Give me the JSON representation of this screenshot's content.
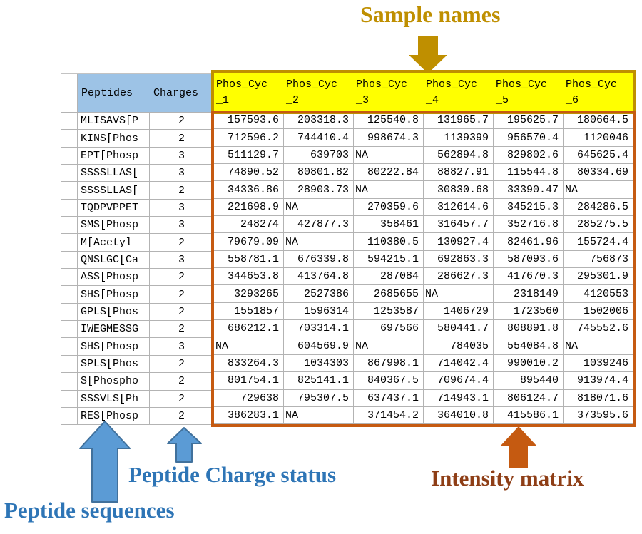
{
  "annotations": {
    "sample_names": "Sample names",
    "peptide_sequences": "Peptide sequences",
    "peptide_charge_status": "Peptide Charge status",
    "intensity_matrix": "Intensity matrix"
  },
  "colors": {
    "sample_names_label": "#BF8F00",
    "blue_labels": "#2E75B6",
    "intensity_label": "#8E3E16",
    "header_frame": "#BF8F00",
    "matrix_frame": "#C55A11",
    "header_fill_yellow": "#FFFF00",
    "header_fill_blue": "#9DC3E6",
    "arrow_blue_fill": "#5B9BD5",
    "arrow_blue_stroke": "#41719C",
    "arrow_orange_fill": "#C55A11",
    "arrow_gold_fill": "#BF8F00"
  },
  "table": {
    "left_headers": [
      "Peptides",
      "Charges"
    ],
    "sample_headers": [
      {
        "line1": "Phos_Cyc",
        "line2": "_1"
      },
      {
        "line1": "Phos_Cyc",
        "line2": "_2"
      },
      {
        "line1": "Phos_Cyc",
        "line2": "_3"
      },
      {
        "line1": "Phos_Cyc",
        "line2": "_4"
      },
      {
        "line1": "Phos_Cyc",
        "line2": "_5"
      },
      {
        "line1": "Phos_Cyc",
        "line2": "_6"
      }
    ],
    "rows": [
      {
        "peptide": "MLISAVS[P",
        "charge": "2",
        "values": [
          "157593.6",
          "203318.3",
          "125540.8",
          "131965.7",
          "195625.7",
          "180664.5"
        ]
      },
      {
        "peptide": "KINS[Phos",
        "charge": "2",
        "values": [
          "712596.2",
          "744410.4",
          "998674.3",
          "1139399",
          "956570.4",
          "1120046"
        ]
      },
      {
        "peptide": "EPT[Phosp",
        "charge": "3",
        "values": [
          "511129.7",
          "639703",
          "NA",
          "562894.8",
          "829802.6",
          "645625.4"
        ]
      },
      {
        "peptide": "SSSSLLAS[",
        "charge": "3",
        "values": [
          "74890.52",
          "80801.82",
          "80222.84",
          "88827.91",
          "115544.8",
          "80334.69"
        ]
      },
      {
        "peptide": "SSSSLLAS[",
        "charge": "2",
        "values": [
          "34336.86",
          "28903.73",
          "NA",
          "30830.68",
          "33390.47",
          "NA"
        ]
      },
      {
        "peptide": "TQDPVPPET",
        "charge": "3",
        "values": [
          "221698.9",
          "NA",
          "270359.6",
          "312614.6",
          "345215.3",
          "284286.5"
        ]
      },
      {
        "peptide": "SMS[Phosp",
        "charge": "3",
        "values": [
          "248274",
          "427877.3",
          "358461",
          "316457.7",
          "352716.8",
          "285275.5"
        ]
      },
      {
        "peptide": "M[Acetyl",
        "charge": "2",
        "values": [
          "79679.09",
          "NA",
          "110380.5",
          "130927.4",
          "82461.96",
          "155724.4"
        ]
      },
      {
        "peptide": "QNSLGC[Ca",
        "charge": "3",
        "values": [
          "558781.1",
          "676339.8",
          "594215.1",
          "692863.3",
          "587093.6",
          "756873"
        ]
      },
      {
        "peptide": "ASS[Phosp",
        "charge": "2",
        "values": [
          "344653.8",
          "413764.8",
          "287084",
          "286627.3",
          "417670.3",
          "295301.9"
        ]
      },
      {
        "peptide": "SHS[Phosp",
        "charge": "2",
        "values": [
          "3293265",
          "2527386",
          "2685655",
          "NA",
          "2318149",
          "4120553"
        ]
      },
      {
        "peptide": "GPLS[Phos",
        "charge": "2",
        "values": [
          "1551857",
          "1596314",
          "1253587",
          "1406729",
          "1723560",
          "1502006"
        ]
      },
      {
        "peptide": "IWEGMESSG",
        "charge": "2",
        "values": [
          "686212.1",
          "703314.1",
          "697566",
          "580441.7",
          "808891.8",
          "745552.6"
        ]
      },
      {
        "peptide": "SHS[Phosp",
        "charge": "3",
        "values": [
          "NA",
          "604569.9",
          "NA",
          "784035",
          "554084.8",
          "NA"
        ]
      },
      {
        "peptide": "SPLS[Phos",
        "charge": "2",
        "values": [
          "833264.3",
          "1034303",
          "867998.1",
          "714042.4",
          "990010.2",
          "1039246"
        ]
      },
      {
        "peptide": "S[Phospho",
        "charge": "2",
        "values": [
          "801754.1",
          "825141.1",
          "840367.5",
          "709674.4",
          "895440",
          "913974.4"
        ]
      },
      {
        "peptide": "SSSVLS[Ph",
        "charge": "2",
        "values": [
          "729638",
          "795307.5",
          "637437.1",
          "714943.1",
          "806124.7",
          "818071.6"
        ]
      },
      {
        "peptide": "RES[Phosp",
        "charge": "2",
        "values": [
          "386283.1",
          "NA",
          "371454.2",
          "364010.8",
          "415586.1",
          "373595.6"
        ]
      }
    ]
  }
}
